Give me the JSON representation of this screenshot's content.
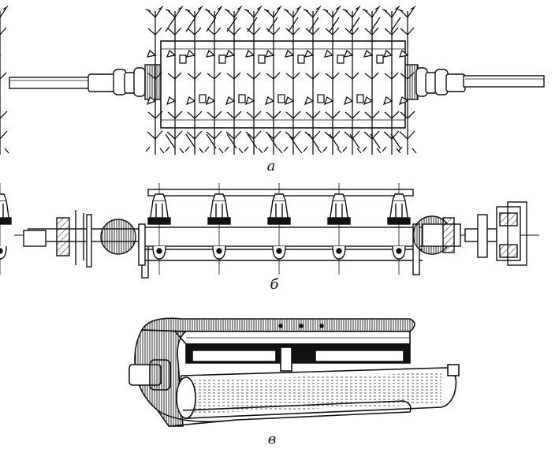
{
  "figure": {
    "captions": {
      "a": "а",
      "b": "б",
      "c": "в"
    }
  },
  "colors": {
    "ink": "#111111",
    "paper": "#ffffff"
  }
}
